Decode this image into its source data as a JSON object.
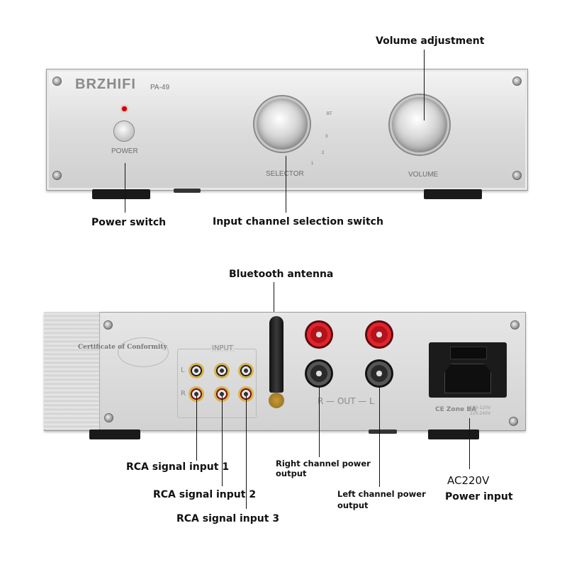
{
  "front": {
    "brand": "BRZHIFI",
    "model": "PA-49",
    "power_label": "POWER",
    "selector_label": "SELECTOR",
    "volume_label": "VOLUME",
    "selector_marks": [
      "BT",
      "3",
      "2",
      "1"
    ]
  },
  "rear": {
    "certificate": "Certificate of Conformity",
    "input_label": "INPUT",
    "rca_row_labels": [
      "L",
      "R"
    ],
    "out_label": "R — OUT — L",
    "ce_label": "CE Zone BA",
    "voltage_lines": [
      "100-120V",
      "220-240V"
    ]
  },
  "callouts": {
    "volume": "Volume adjustment",
    "power_switch": "Power switch",
    "input_selection": "Input channel selection switch",
    "bluetooth": "Bluetooth antenna",
    "rca1": "RCA signal input 1",
    "rca2": "RCA signal input 2",
    "rca3": "RCA signal input 3",
    "right_out_l1": "Right channel power",
    "right_out_l2": "output",
    "left_out_l1": "Left channel power",
    "left_out_l2": "output",
    "ac_voltage": "AC220V",
    "power_input": "Power input"
  }
}
